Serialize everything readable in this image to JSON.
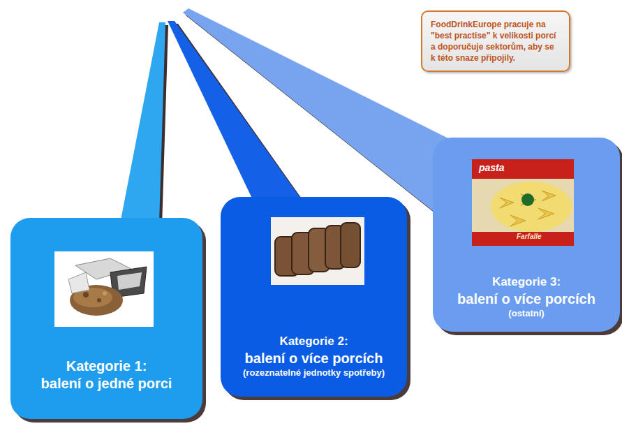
{
  "diagram": {
    "nodes": [
      {
        "text": [
          "Kategorie 1:",
          "balení o jedné porci"
        ]
      },
      {
        "text": [
          "Kategorie 2:",
          "balení o více porcích",
          "(rozeznatelné jednotky spotřeby)"
        ]
      },
      {
        "text": [
          "Kategorie 3:",
          "balení o více porcích",
          "(ostatní)"
        ]
      },
      {
        "text": [
          "FoodDrinkEurope pracuje na \"best practise\" k velikosti porcí a doporučuje sektorům, aby se k této snaze připojily."
        ]
      }
    ],
    "labels": [
      "pasta",
      "Farfalle"
    ]
  }
}
